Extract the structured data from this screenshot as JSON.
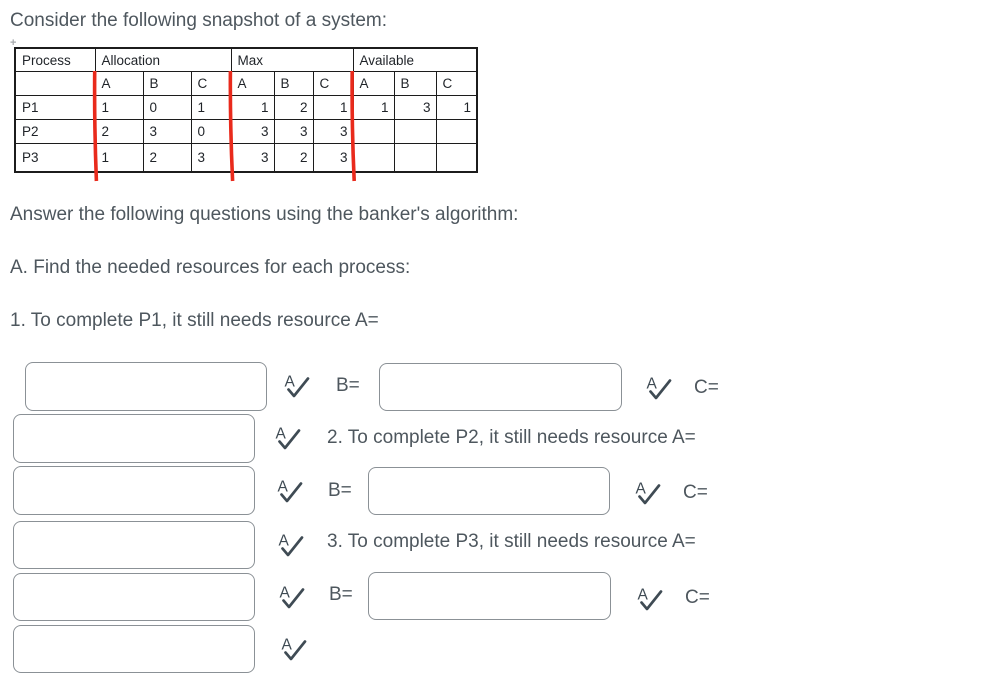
{
  "texts": {
    "intro": "Consider the following snapshot of a system:",
    "instruction": "Answer the following questions using the banker's algorithm:",
    "part_a": "A. Find the needed resources for each process:",
    "q1": "1. To complete P1, it still needs resource A=",
    "q2": "2. To complete P2, it still needs resource A=",
    "q3": "3. To complete P3, it still needs resource A=",
    "b_eq": "B=",
    "c_eq": "C="
  },
  "table": {
    "group_headers": [
      "Process",
      "Allocation",
      "Max",
      "Available"
    ],
    "sub_headers": [
      "A",
      "B",
      "C"
    ],
    "rows": [
      {
        "name": "P1",
        "alloc": [
          "1",
          "0",
          "1"
        ],
        "max": [
          "1",
          "2",
          "1"
        ],
        "avail": [
          "1",
          "3",
          "1"
        ]
      },
      {
        "name": "P2",
        "alloc": [
          "2",
          "3",
          "0"
        ],
        "max": [
          "3",
          "3",
          "3"
        ],
        "avail": [
          "",
          "",
          ""
        ]
      },
      {
        "name": "P3",
        "alloc": [
          "1",
          "2",
          "3"
        ],
        "max": [
          "3",
          "2",
          "3"
        ],
        "avail": [
          "",
          "",
          ""
        ]
      }
    ]
  },
  "inputs": {
    "p1_a": "",
    "p1_b": "",
    "p1_c": "",
    "p2_a": "",
    "p2_b": "",
    "p2_c": "",
    "p3_a": "",
    "p3_b": "",
    "p3_c": ""
  },
  "icons": {
    "spellcheck": "spellcheck-icon (letter A with checkmark)"
  },
  "colors": {
    "body_text": "#4e575e",
    "red_marker": "#e92a1c",
    "input_border": "#8b9196",
    "table_border": "#1c1c1c",
    "icon": "#3f4b54"
  }
}
